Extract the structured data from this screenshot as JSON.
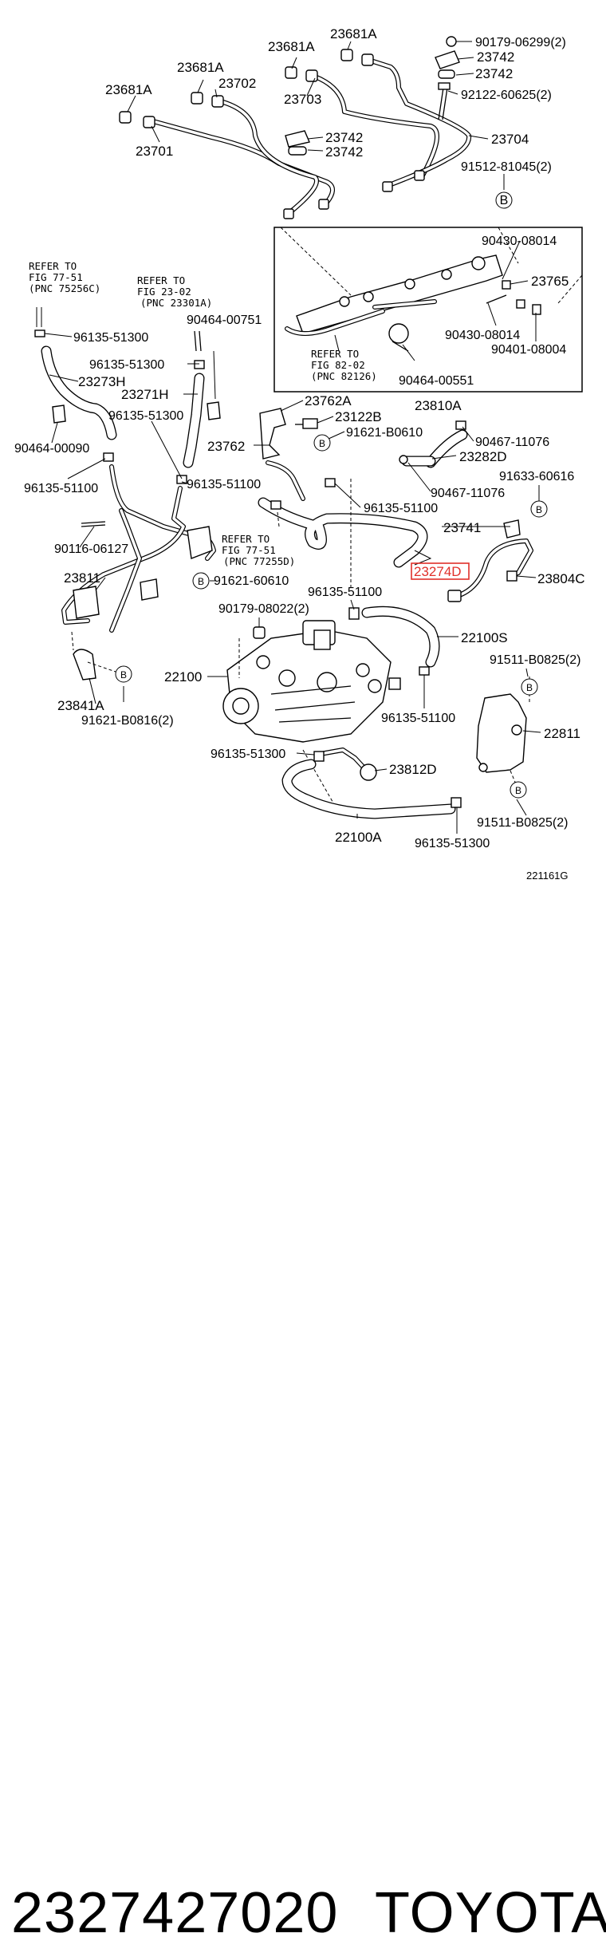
{
  "labels": {
    "l23681a_1": "23681A",
    "l23681a_2": "23681A",
    "l23681a_3": "23681A",
    "l23681a_4": "23681A",
    "l23702": "23702",
    "l23703": "23703",
    "l23701": "23701",
    "l23742_1": "23742",
    "l23742_2": "23742",
    "l23742_3": "23742",
    "l23742_4": "23742",
    "l90179_06299": "90179-06299(2)",
    "l92122": "92122-60625(2)",
    "l23704": "23704",
    "l91512": "91512-81045(2)",
    "l90430_a": "90430-08014",
    "l23765": "23765",
    "l90430_b": "90430-08014",
    "l90401": "90401-08004",
    "l90464_00551": "90464-00551",
    "l23810a": "23810A",
    "l96135_51300_a": "96135-51300",
    "l23273h": "23273H",
    "l96135_51300_b": "96135-51300",
    "l90464_00751": "90464-00751",
    "l23271h": "23271H",
    "l96135_51300_c": "96135-51300",
    "l90464_00090": "90464-00090",
    "l96135_51100_a": "96135-51100",
    "l96135_51100_b": "96135-51100",
    "l23762a": "23762A",
    "l23122b": "23122B",
    "l91621_b0610": "91621-B0610",
    "l23762": "23762",
    "l90467_a": "90467-11076",
    "l23282d": "23282D",
    "l90467_b": "90467-11076",
    "l91633": "91633-60616",
    "l96135_51100_c": "96135-51100",
    "l23741": "23741",
    "l90116": "90116-06127",
    "l23811": "23811",
    "l91621_60610": "91621-60610",
    "l23274d": "23274D",
    "l23804c": "23804C",
    "l96135_51100_d": "96135-51100",
    "l90179_08022": "90179-08022(2)",
    "l22100s": "22100S",
    "l91511_a": "91511-B0825(2)",
    "l22100": "22100",
    "l23841a": "23841A",
    "l91621_b0816": "91621-B0816(2)",
    "l96135_51100_e": "96135-51100",
    "l22811": "22811",
    "l96135_51300_d": "96135-51300",
    "l23812d": "23812D",
    "l22100a": "22100A",
    "l96135_51300_e": "96135-51300",
    "l91511_b": "91511-B0825(2)",
    "ref_l1": "REFER TO",
    "ref_l2": "FIG 77-51",
    "ref_l3": "(PNC 75256C)",
    "ref_m1": "REFER TO",
    "ref_m2": "FIG 23-02",
    "ref_m3": "(PNC 23301A)",
    "ref_b1": "REFER TO",
    "ref_b2": "FIG 82-02",
    "ref_b3": "(PNC 82126)",
    "ref_c1": "REFER TO",
    "ref_c2": "FIG 77-51",
    "ref_c3": "(PNC 77255D)",
    "bmark": "B",
    "diagram_code": "221161G"
  },
  "highlight": {
    "color": "#e0302a"
  },
  "footer": {
    "part_number": "2327427020",
    "brand": "TOYOTA"
  }
}
